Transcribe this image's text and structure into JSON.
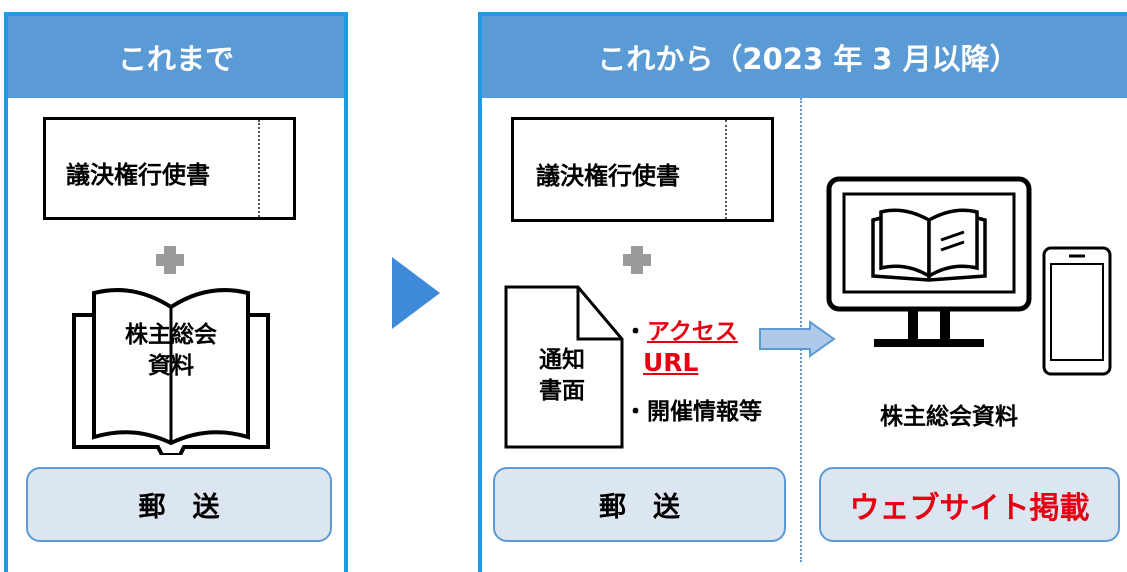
{
  "before": {
    "title": "これまで",
    "ballot_label": "議決権行使書",
    "materials_line1": "株主総会",
    "materials_line2": "資料",
    "delivery_label": "郵　送"
  },
  "after": {
    "title": "これから（2023 年 3 月以降）",
    "ballot_label": "議決権行使書",
    "notice_line1": "通知",
    "notice_line2": "書面",
    "bullet_access_prefix": "・",
    "bullet_access_line1": "アクセス",
    "bullet_access_line2": "URL",
    "bullet_event_info": "・開催情報等",
    "website_materials_label": "株主総会資料",
    "delivery_label": "郵　送",
    "website_label": "ウェブサイト掲載"
  },
  "colors": {
    "panel_border": "#1e9be6",
    "header_fill": "#5b9bd5",
    "button_fill": "#dce6f1",
    "accent_red": "#e60012",
    "plus_gray": "#9a9a9a"
  },
  "icons": [
    "plus-icon",
    "book-icon",
    "document-icon",
    "arrow-right-icon",
    "monitor-icon",
    "smartphone-icon",
    "open-book-icon"
  ]
}
